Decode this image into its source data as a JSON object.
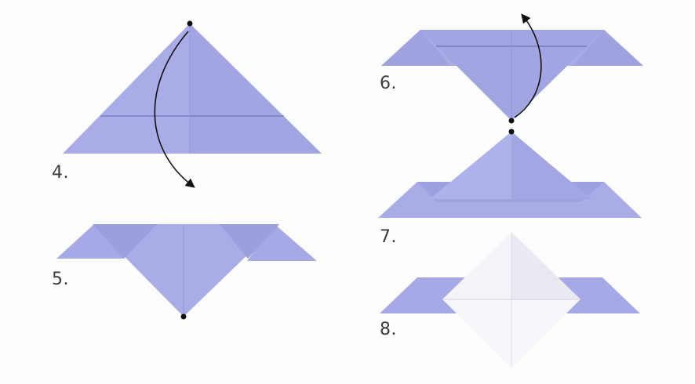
{
  "steps": [
    {
      "label": "4."
    },
    {
      "label": "5."
    },
    {
      "label": "6."
    },
    {
      "label": "7."
    },
    {
      "label": "8."
    }
  ],
  "colors": {
    "background": "#fdfdfd",
    "paper_violet": "#a9ace7",
    "paper_violet_dark": "#989bd9",
    "paper_violet_light": "#b9bbee",
    "paper_white": "#f3f3f7",
    "crease": "#7f82c6",
    "marker": "#111111"
  },
  "icons": [
    "dot-marker-icon",
    "curved-arrow-icon"
  ]
}
